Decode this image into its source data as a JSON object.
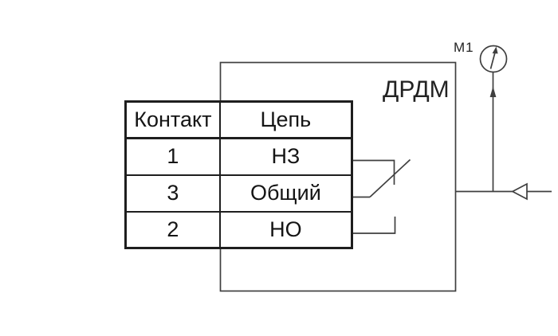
{
  "diagram": {
    "device_label": "ДРДМ",
    "gauge_label": "М1",
    "icons": {
      "gauge": "pressure-gauge-icon",
      "flow_arrow": "flow-arrow-icon",
      "inlet_arrow": "inlet-arrow-icon",
      "switch": "changeover-switch-icon"
    },
    "colors": {
      "line": "#3f3f3f",
      "table_border": "#1e1e1e",
      "text": "#1a1a1a",
      "background": "#ffffff"
    }
  },
  "table": {
    "headers": {
      "contact": "Контакт",
      "circuit": "Цепь"
    },
    "rows": [
      {
        "contact": "1",
        "circuit": "НЗ"
      },
      {
        "contact": "3",
        "circuit": "Общий"
      },
      {
        "contact": "2",
        "circuit": "НО"
      }
    ]
  }
}
